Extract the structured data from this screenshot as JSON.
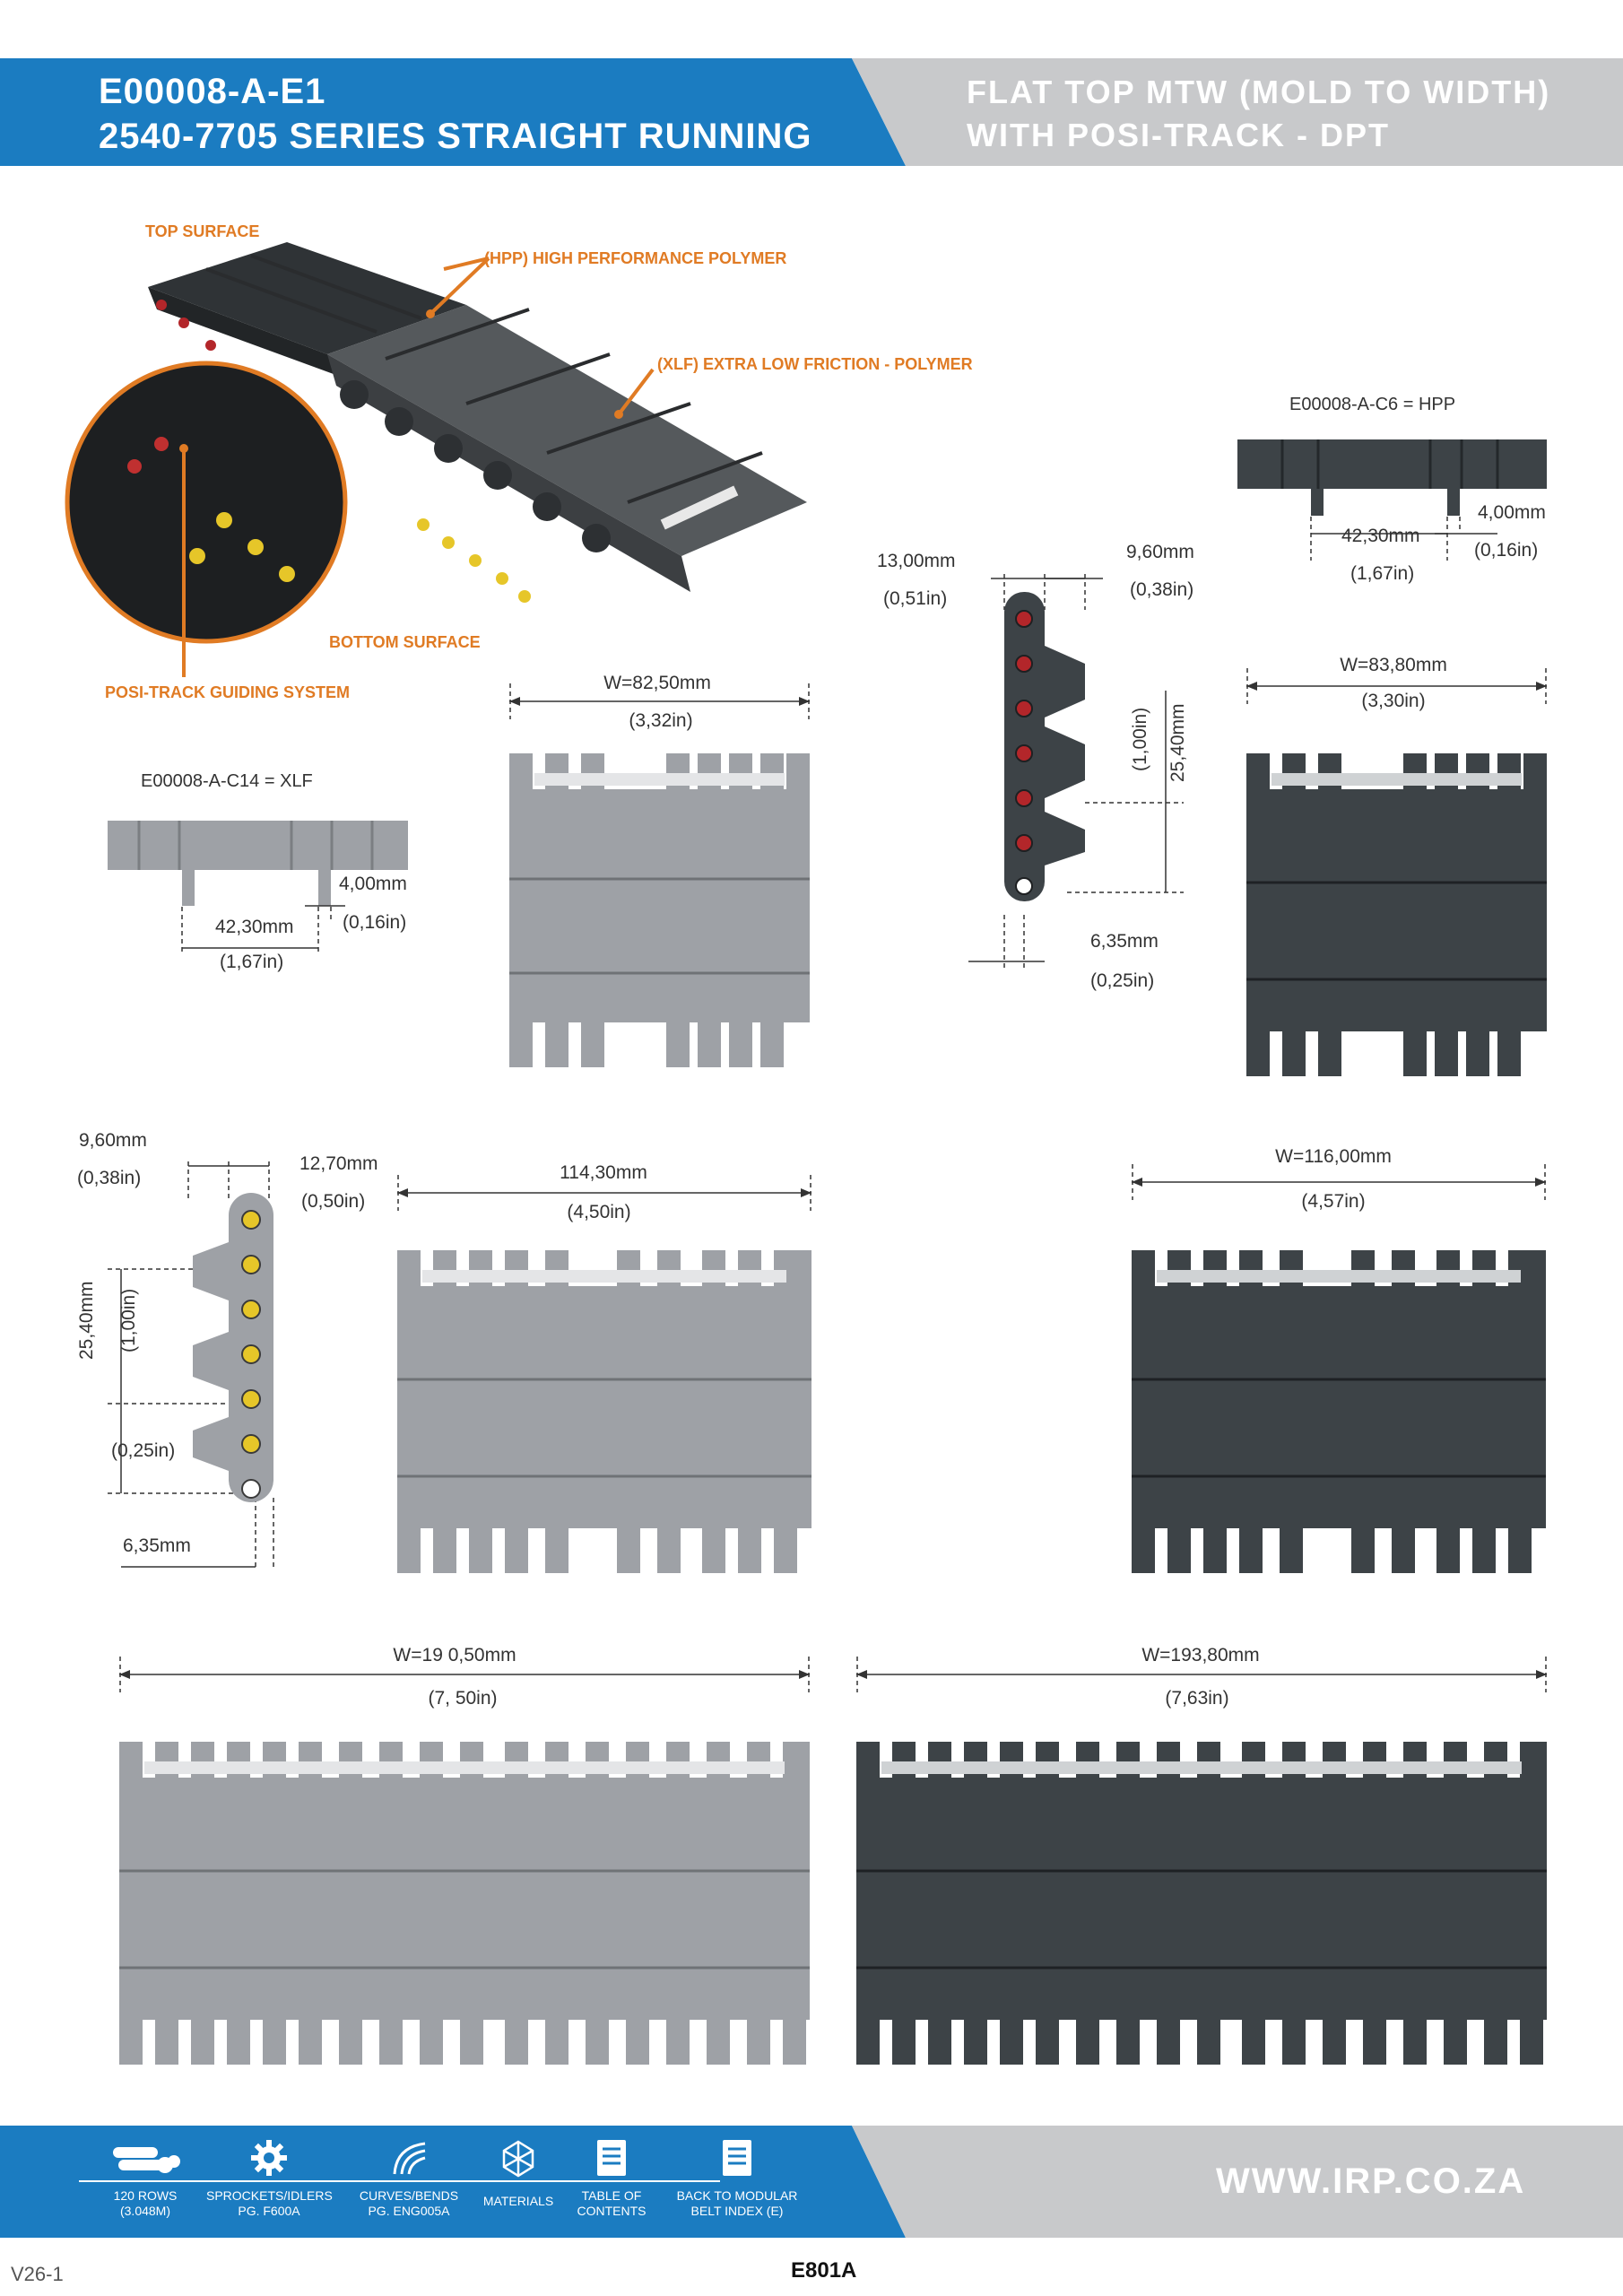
{
  "header": {
    "line1": "E00008-A-E1",
    "line2": "2540-7705 SERIES STRAIGHT RUNNING",
    "right1": "FLAT TOP MTW (MOLD TO WIDTH)",
    "right2": "WITH POSI-TRACK - DPT"
  },
  "callouts": {
    "top_surface": "TOP SURFACE",
    "hpp": "(HPP) HIGH PERFORMANCE POLYMER",
    "xlf": "(XLF) EXTRA LOW FRICTION - POLYMER",
    "bottom_surface": "BOTTOM SURFACE",
    "posi_track": "POSI-TRACK GUIDING SYSTEM"
  },
  "profiles": {
    "hpp": {
      "label": "E00008-A-C6 = HPP",
      "span_mm": "42,30mm",
      "span_in": "(1,67in)",
      "tab_mm": "4,00mm",
      "tab_in": "(0,16in)"
    },
    "xlf": {
      "label": "E00008-A-C14 = XLF",
      "span_mm": "42,30mm",
      "span_in": "(1,67in)",
      "tab_mm": "4,00mm",
      "tab_in": "(0,16in)"
    }
  },
  "side_hpp": {
    "left_mm": "13,00mm",
    "left_in": "(0,51in)",
    "right_mm": "9,60mm",
    "right_in": "(0,38in)",
    "pitch_mm": "25,40mm",
    "pitch_in": "(1,00in)",
    "bottom_mm": "6,35mm",
    "bottom_in": "(0,25in)"
  },
  "side_xlf": {
    "left_mm": "9,60mm",
    "left_in": "(0,38in)",
    "right_mm": "12,70mm",
    "right_in": "(0,50in)",
    "pitch_mm": "25,40mm",
    "pitch_in": "(1,00in)",
    "gap_in": "(0,25in)",
    "bottom_mm": "6,35mm"
  },
  "belts": {
    "b1": {
      "mm": "W=82,50mm",
      "in": "(3,32in)"
    },
    "b2": {
      "mm": "W=83,80mm",
      "in": "(3,30in)"
    },
    "b3": {
      "mm": "114,30mm",
      "in": "(4,50in)"
    },
    "b4": {
      "mm": "W=116,00mm",
      "in": "(4,57in)"
    },
    "b5": {
      "mm": "W=19 0,50mm",
      "in": "(7, 50in)"
    },
    "b6": {
      "mm": "W=193,80mm",
      "in": "(7,63in)"
    }
  },
  "footer": {
    "items": [
      {
        "label": "120 ROWS\n(3.048M)",
        "icon": "rolls-icon"
      },
      {
        "label": "SPROCKETS/IDLERS\nPG. F600A",
        "icon": "gear-icon"
      },
      {
        "label": "CURVES/BENDS\nPG. ENG005A",
        "icon": "curve-icon"
      },
      {
        "label": "MATERIALS",
        "icon": "materials-icon"
      },
      {
        "label": "TABLE OF\nCONTENTS",
        "icon": "document-icon"
      },
      {
        "label": "BACK TO MODULAR\nBELT INDEX (E)",
        "icon": "document-icon"
      }
    ],
    "website": "WWW.IRP.CO.ZA",
    "version": "V26-1",
    "page_code": "E801A"
  },
  "colors": {
    "blue": "#1b7cc1",
    "grey": "#c8c9cb",
    "orange": "#e07b24",
    "xlf_grey": "#9ea1a6",
    "hpp_dark": "#3d4347"
  }
}
